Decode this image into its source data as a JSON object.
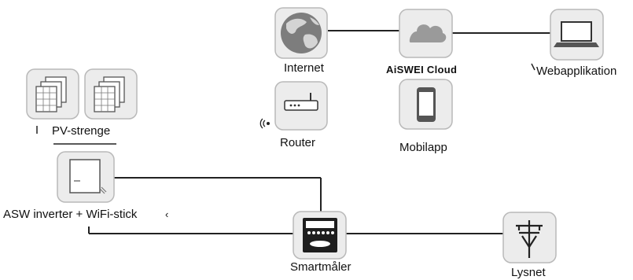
{
  "labels": {
    "internet": "Internet",
    "cloud": "AiSWEI Cloud",
    "web": "Webapplikation",
    "router": "Router",
    "mobile": "Mobilapp",
    "pv": "PV-strenge",
    "inverter": "ASW inverter + WiFi-stick",
    "meter": "Smartmåler",
    "grid": "Lysnet"
  },
  "icons": {
    "internet": "globe-icon",
    "cloud": "cloud-icon",
    "web": "laptop-icon",
    "router": "router-icon",
    "mobile": "smartphone-icon",
    "pv": "solar-panel-icon",
    "inverter": "inverter-icon",
    "meter": "smart-meter-icon",
    "grid": "power-pole-icon"
  },
  "colors": {
    "line": "#222222",
    "tile_border": "#b9b9b9",
    "tile_fill": "#ececec",
    "globe_ocean": "#7d7d7d",
    "globe_land": "#d4d4d4"
  }
}
